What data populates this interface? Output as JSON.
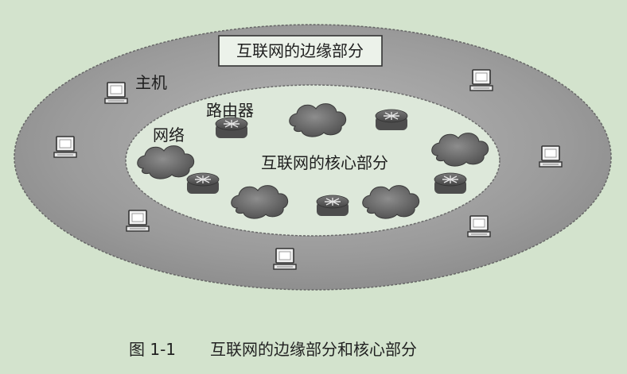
{
  "diagram": {
    "edge_title": "互联网的边缘部分",
    "core_title": "互联网的核心部分",
    "labels": {
      "host": "主机",
      "router": "路由器",
      "network": "网络"
    },
    "caption": {
      "number": "图 1-1",
      "text": "互联网的边缘部分和核心部分"
    }
  },
  "colors": {
    "background": "#d3e3cd",
    "edge_region": "#9a9a9a",
    "core_region": "#dfe9dc",
    "cloud": "#6c6c6c",
    "router": "#5d5d5d"
  },
  "icons": {
    "host": "computer-icon",
    "router": "router-icon",
    "network": "cloud-icon"
  }
}
